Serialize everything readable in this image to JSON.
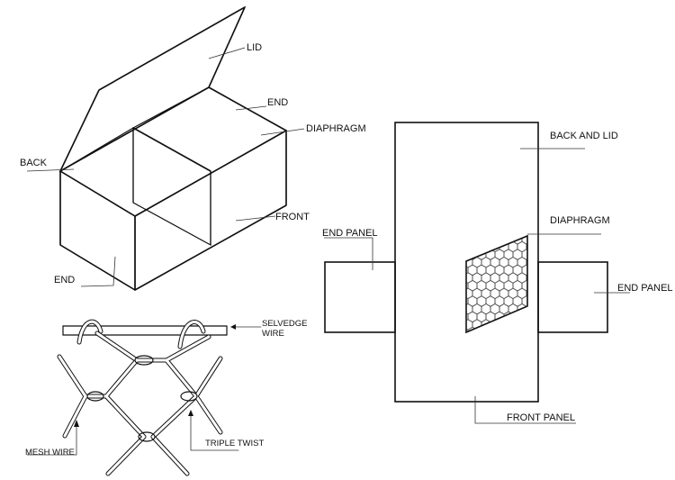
{
  "colors": {
    "line": "#111111",
    "mesh": "#222222",
    "background": "#ffffff"
  },
  "gabion_box": {
    "labels": {
      "lid": "LID",
      "end_top": "END",
      "diaphragm": "DIAPHRAGM",
      "back": "BACK",
      "front": "FRONT",
      "end_bottom": "END"
    }
  },
  "unfolded_panel": {
    "labels": {
      "back_and_lid": "BACK AND LID",
      "diaphragm": "DIAPHRAGM",
      "end_panel_left": "END PANEL",
      "end_panel_right": "END PANEL",
      "front_panel": "FRONT PANEL"
    }
  },
  "wire_detail": {
    "labels": {
      "selvedge_line1": "SELVEDGE",
      "selvedge_line2": "WIRE",
      "mesh_wire": "MESH WIRE",
      "triple_twist": "TRIPLE TWIST"
    }
  }
}
